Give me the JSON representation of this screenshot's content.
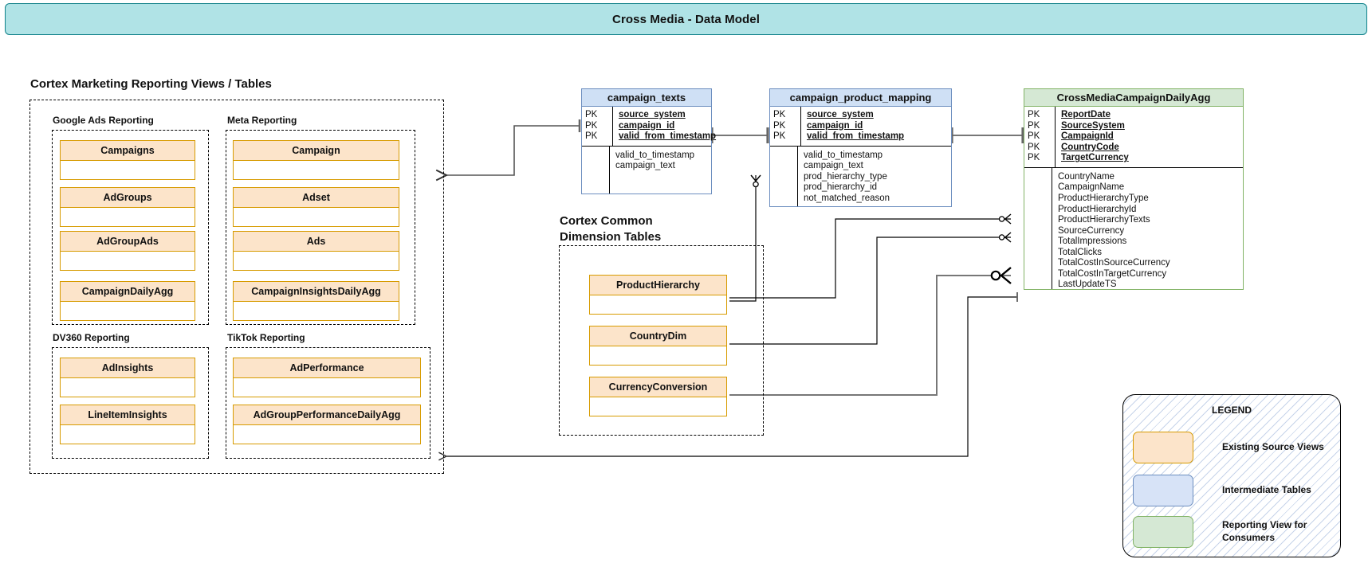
{
  "title": {
    "text": "Cross Media - Data Model"
  },
  "sections": {
    "left_panel_heading": "Cortex Marketing Reporting Views / Tables",
    "dimension_heading": "Cortex Common\nDimension Tables"
  },
  "groups": [
    {
      "name": "Google Ads Reporting",
      "tables": [
        "Campaigns",
        "AdGroups",
        "AdGroupAds",
        "CampaignDailyAgg"
      ]
    },
    {
      "name": "Meta Reporting",
      "tables": [
        "Campaign",
        "Adset",
        "Ads",
        "CampaignInsightsDailyAgg"
      ]
    },
    {
      "name": "DV360 Reporting",
      "tables": [
        "AdInsights",
        "LineItemInsights"
      ]
    },
    {
      "name": "TikTok Reporting",
      "tables": [
        "AdPerformance",
        "AdGroupPerformanceDailyAgg"
      ]
    }
  ],
  "dimension_tables": [
    "ProductHierarchy",
    "CountryDim",
    "CurrencyConversion"
  ],
  "er_tables": {
    "campaign_texts": {
      "title": "campaign_texts",
      "key_marks": [
        "PK",
        "PK",
        "PK"
      ],
      "keys": [
        "source_system",
        "campaign_id",
        "valid_from_timestamp"
      ],
      "attributes": [
        "valid_to_timestamp",
        "campaign_text"
      ]
    },
    "campaign_product_mapping": {
      "title": "campaign_product_mapping",
      "key_marks": [
        "PK",
        "PK",
        "PK"
      ],
      "keys": [
        "source_system",
        "campaign_id",
        "valid_from_timestamp"
      ],
      "attributes": [
        "valid_to_timestamp",
        "campaign_text",
        "prod_hierarchy_type",
        "prod_hierarchy_id",
        "not_matched_reason"
      ]
    },
    "cross_media_campaign_daily_agg": {
      "title": "CrossMediaCampaignDailyAgg",
      "key_marks": [
        "PK",
        "PK",
        "PK",
        "PK",
        "PK"
      ],
      "keys": [
        "ReportDate",
        "SourceSystem",
        "CampaignId",
        "CountryCode",
        "TargetCurrency"
      ],
      "attributes": [
        "CountryName",
        "CampaignName",
        "ProductHierarchyType",
        "ProductHierarchyId",
        "ProductHierarchyTexts",
        "SourceCurrency",
        "TotalImpressions",
        "TotalClicks",
        "TotalCostInSourceCurrency",
        "TotalCostInTargetCurrency",
        "LastUpdateTS"
      ]
    }
  },
  "legend": {
    "title": "LEGEND",
    "items": [
      {
        "swatch": "orange",
        "label": "Existing Source Views"
      },
      {
        "swatch": "blue",
        "label": "Intermediate Tables"
      },
      {
        "swatch": "green",
        "label": "Reporting View for\nConsumers"
      }
    ]
  },
  "colors": {
    "banner_fill": "#b0e3e6",
    "banner_stroke": "#0e8088",
    "source_fill": "#fce4ca",
    "source_stroke": "#d79b00",
    "intermediate_fill": "#d7e3f7",
    "intermediate_stroke": "#6c8ebf",
    "report_fill": "#d5e8d4",
    "report_stroke": "#82b366",
    "connector": "#666666"
  }
}
